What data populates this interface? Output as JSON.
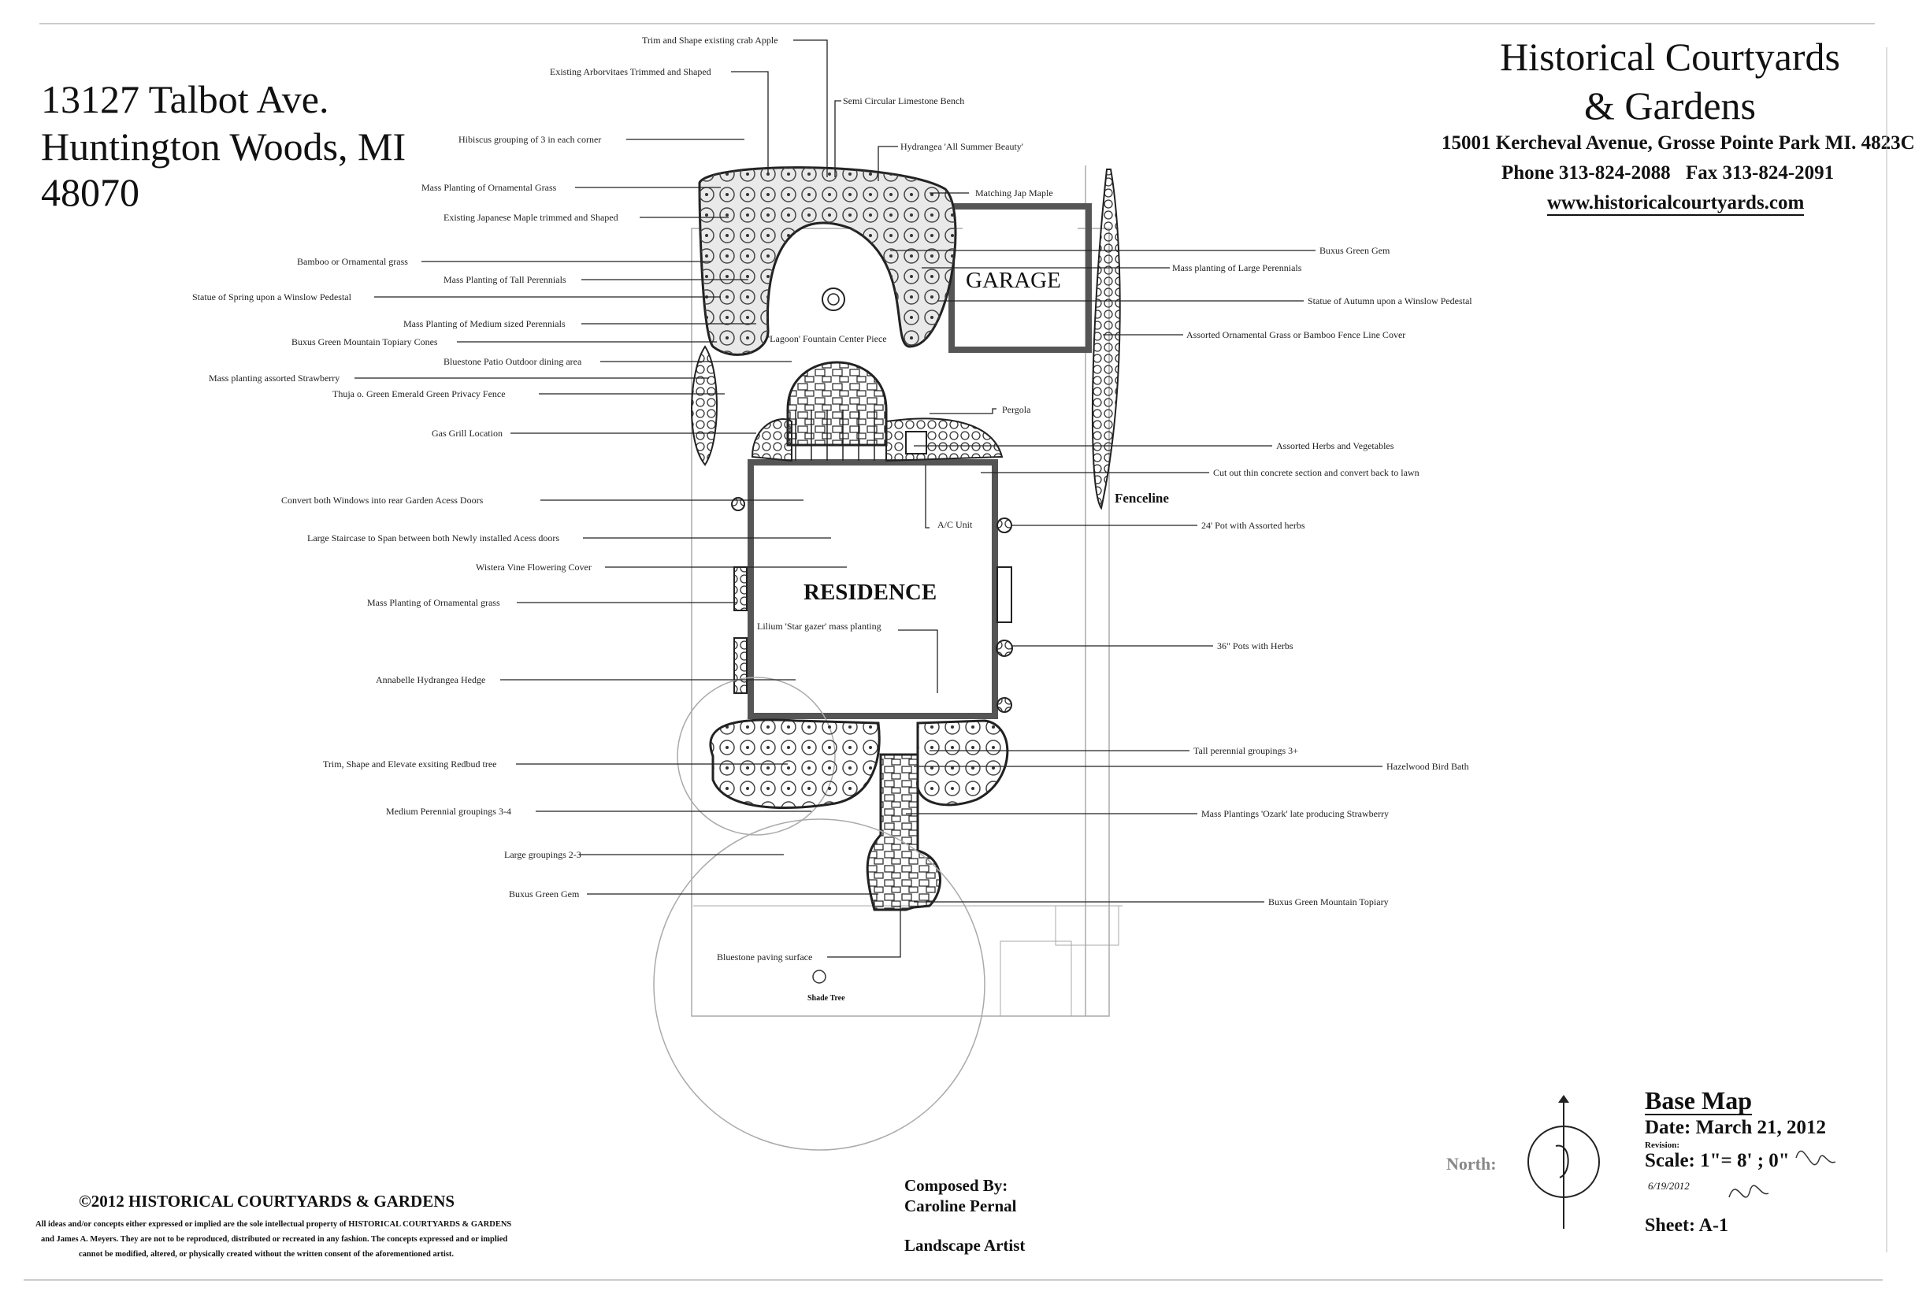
{
  "address": {
    "line1": "13127 Talbot Ave.",
    "line2": "Huntington Woods, MI",
    "line3": "48070"
  },
  "company": {
    "name_line1": "Historical Courtyards",
    "name_line2": "& Gardens",
    "street": "15001 Kercheval Avenue, Grosse Pointe Park MI. 4823C",
    "phone": "Phone 313-824-2088",
    "fax": "Fax  313-824-2091",
    "website": "www.historicalcourtyards.com"
  },
  "plan_labels": {
    "garage": "GARAGE",
    "residence": "RESIDENCE",
    "fenceline": "Fenceline",
    "shade_tree": "Shade Tree"
  },
  "notes_left": [
    "Hibiscus grouping of 3 in each corner",
    "Mass Planting of Ornamental Grass",
    "Existing Japanese Maple trimmed and Shaped",
    "Bamboo or Ornamental grass",
    "Mass Planting of Tall Perennials",
    "Statue of Spring upon a Winslow Pedestal",
    "Mass Planting of Medium sized Perennials",
    "Buxus Green Mountain Topiary Cones",
    "Bluestone Patio Outdoor dining area",
    "Mass planting assorted Strawberry",
    "Thuja o. Green Emerald Green Privacy Fence",
    "Gas Grill Location",
    "Convert both Windows into rear Garden Acess Doors",
    "Large Staircase to Span between both Newly installed Acess doors",
    "Wistera Vine Flowering Cover",
    "Mass Planting of Ornamental grass",
    "Annabelle Hydrangea Hedge",
    "Trim, Shape and Elevate exsiting Redbud tree",
    "Medium Perennial groupings 3-4",
    "Large groupings 2-3",
    "Buxus Green Gem"
  ],
  "notes_top": [
    "Trim and Shape existing crab Apple",
    "Existing Arborvitaes Trimmed and Shaped",
    "Semi Circular Limestone Bench",
    "Hydrangea 'All Summer Beauty'",
    "Matching Jap Maple"
  ],
  "notes_right": [
    "Buxus Green Gem",
    "Mass planting of Large Perennials",
    "Statue of Autumn upon a Winslow Pedestal",
    "Assorted Ornamental Grass or Bamboo Fence Line Cover",
    "Assorted Herbs and Vegetables",
    "Cut out thin concrete section and convert back to lawn",
    "24' Pot with Assorted herbs",
    "36\" Pots with Herbs",
    "Tall perennial groupings 3+",
    "Hazelwood Bird Bath",
    "Mass Plantings 'Ozark' late producing Strawberry",
    "Buxus Green Mountain Topiary"
  ],
  "notes_inner": {
    "fountain": "'Lagoon' Fountain Center Piece",
    "pergola": "Pergola",
    "ac_unit": "A/C Unit",
    "lilium": "Lilium 'Star gazer' mass planting",
    "bluestone": "Bluestone paving surface"
  },
  "title_block": {
    "title": "Base Map",
    "date": "Date: March 21, 2012",
    "revision_label": "Revision:",
    "scale": "Scale: 1\"= 8' ; 0\"",
    "revision_date": "6/19/2012",
    "sheet": "Sheet: A-1",
    "north_label": "North:"
  },
  "credits": {
    "composed_by": "Composed By:",
    "name": "Caroline Pernal",
    "role": "Landscape Artist"
  },
  "copyright": {
    "heading": "©2012 HISTORICAL COURTYARDS & GARDENS",
    "line1": "All ideas and/or concepts either expressed or implied are the sole intellectual property of HISTORICAL COURTYARDS & GARDENS",
    "line2": "and James A. Meyers.  They are not to be reproduced, distributed or recreated in any fashion.  The concepts expressed and or implied",
    "line3": "cannot be modified, altered, or physically created without the written consent of the aforementioned artist."
  }
}
